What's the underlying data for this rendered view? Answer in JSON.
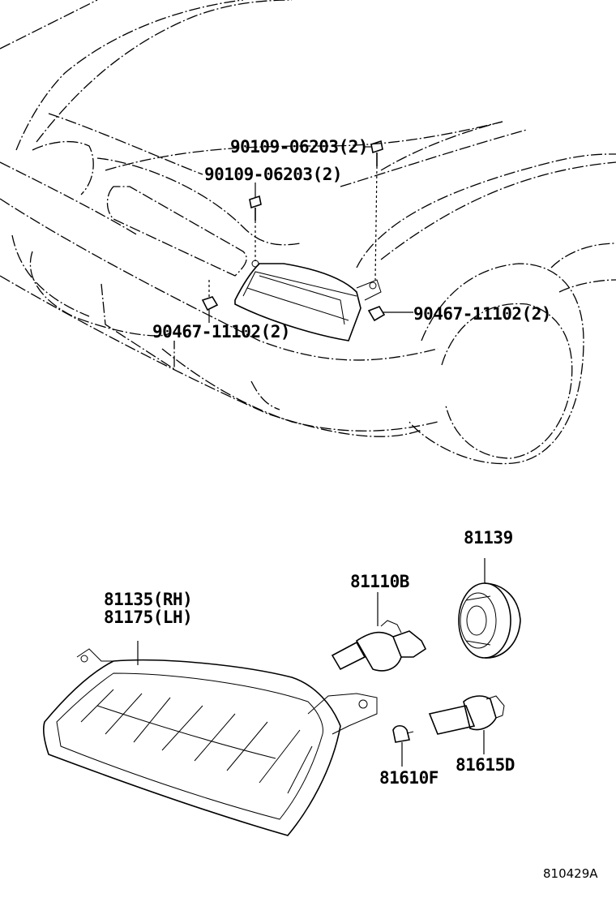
{
  "labels": {
    "bolt_upper_right": "90109-06203(2)",
    "bolt_upper_left": "90109-06203(2)",
    "nut_right": "90467-11102(2)",
    "nut_left": "90467-11102(2)",
    "lamp_rh": "81135(RH)",
    "lamp_lh": "81175(LH)",
    "bulb": "81110B",
    "socket_cover": "81139",
    "small_bulb": "81610F",
    "small_socket": "81615D",
    "drawing_number": "810429A"
  }
}
